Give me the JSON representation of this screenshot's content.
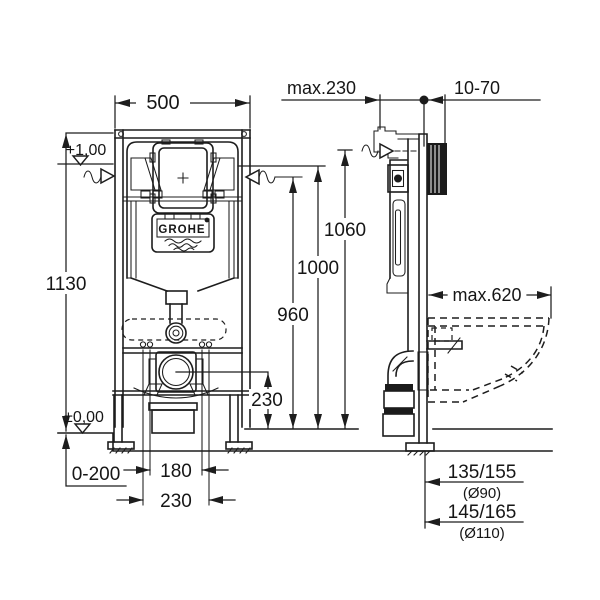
{
  "drawing": {
    "brand_logo": "GROHE",
    "dimensions": {
      "frame_width": "500",
      "max_depth": "max.230",
      "wall_distance": "10-70",
      "frame_height": "1130",
      "supply_level": "+1,00",
      "height_1060": "1060",
      "height_1000": "1000",
      "height_960": "960",
      "outlet_height": "230",
      "floor_level": "±0,00",
      "foot_adjust": "0-200",
      "bolt_spacing_inner": "180",
      "bolt_spacing_outer": "230",
      "bowl_max_depth": "max.620",
      "outlet_dist_90": "135/155",
      "outlet_dia_90": "(Ø90)",
      "outlet_dist_110": "145/165",
      "outlet_dia_110": "(Ø110)"
    }
  }
}
